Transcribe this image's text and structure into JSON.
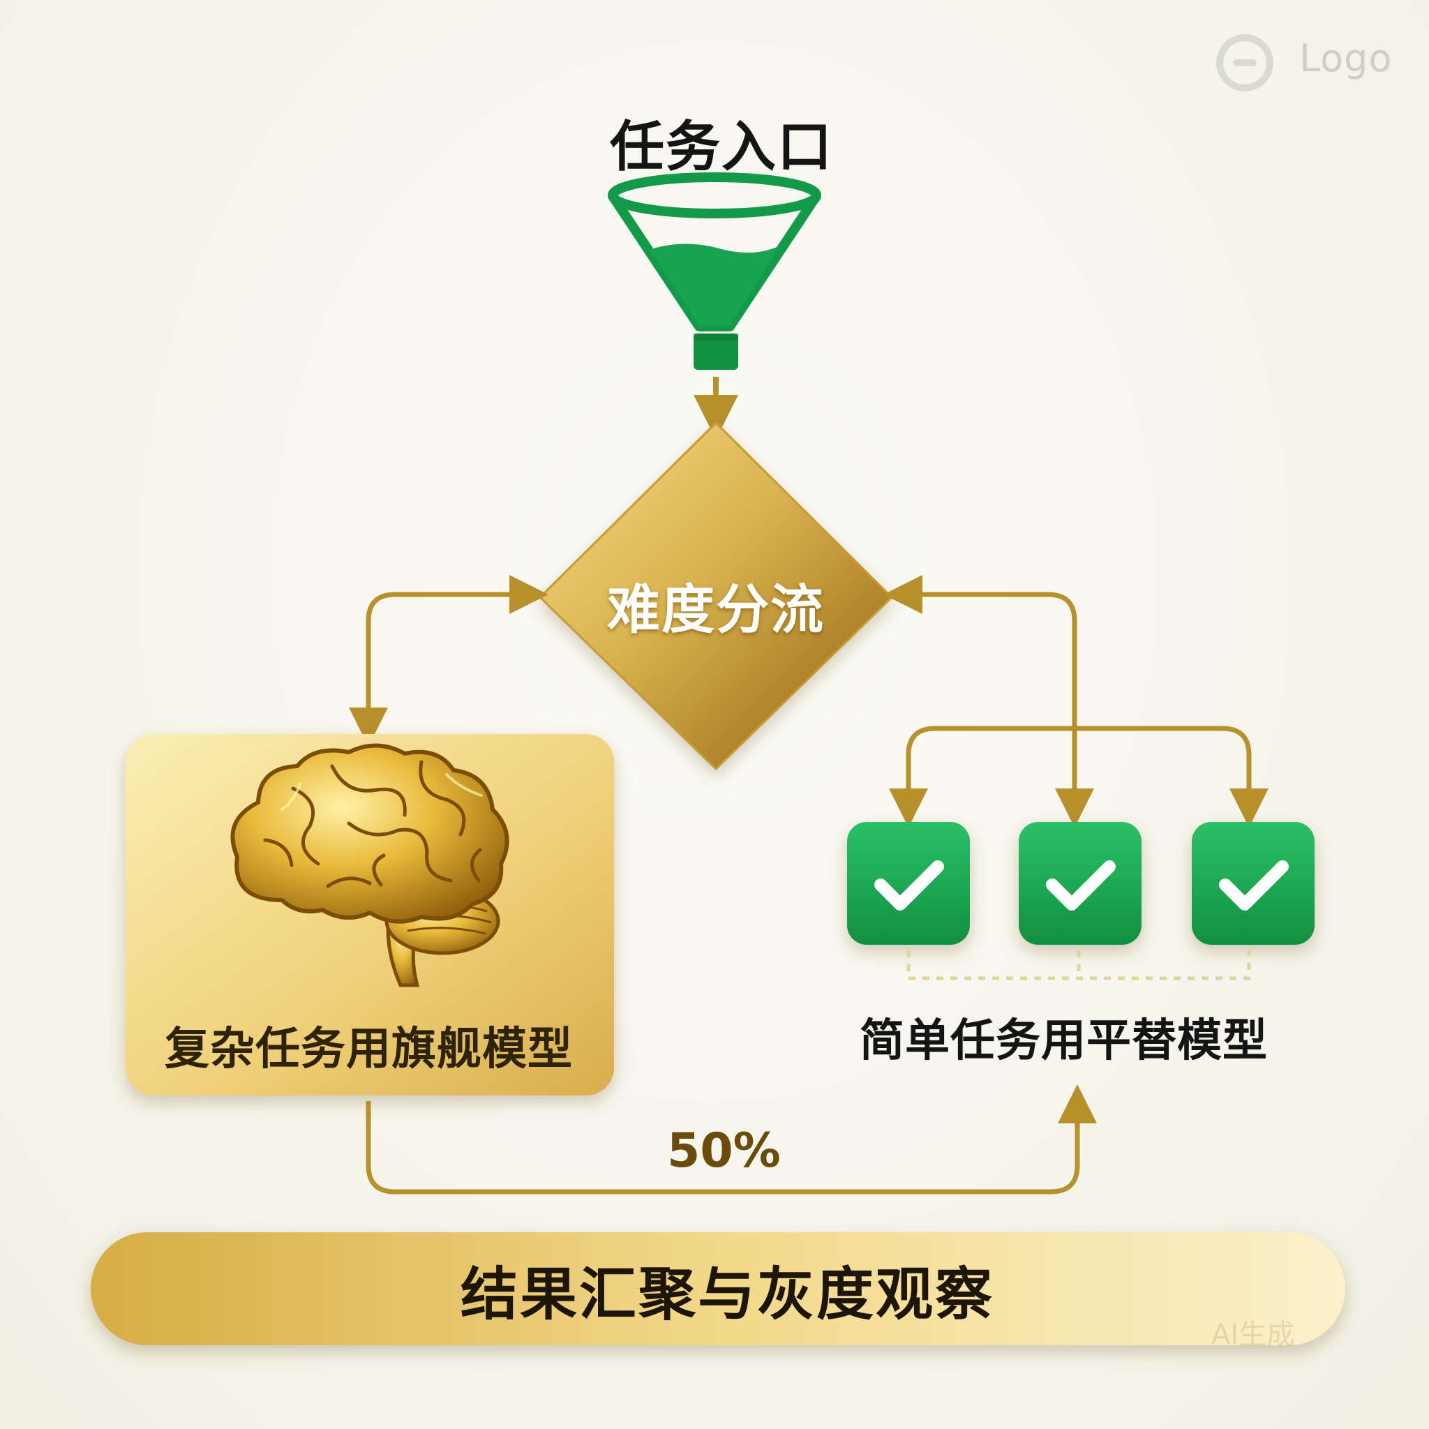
{
  "entry": {
    "title": "任务入口",
    "icon": "funnel-icon"
  },
  "router": {
    "label": "难度分流"
  },
  "flagship": {
    "label": "复杂任务用旗舰模型",
    "icon": "brain-icon"
  },
  "alternative": {
    "label": "简单任务用平替模型",
    "check_count": 3,
    "icon": "checkmark-icon"
  },
  "split": {
    "label": "50%"
  },
  "result": {
    "label": "结果汇聚与灰度观察"
  },
  "watermark": {
    "text": "Logo"
  },
  "corner_mark": {
    "text": "AI生成"
  },
  "colors": {
    "gold_light": "#f8e7a0",
    "gold": "#d9b44a",
    "gold_dark": "#9b6f12",
    "arrow": "#b8902c",
    "green": "#1faa55",
    "green_dark": "#0e7c37",
    "background": "#f7f6ee"
  }
}
